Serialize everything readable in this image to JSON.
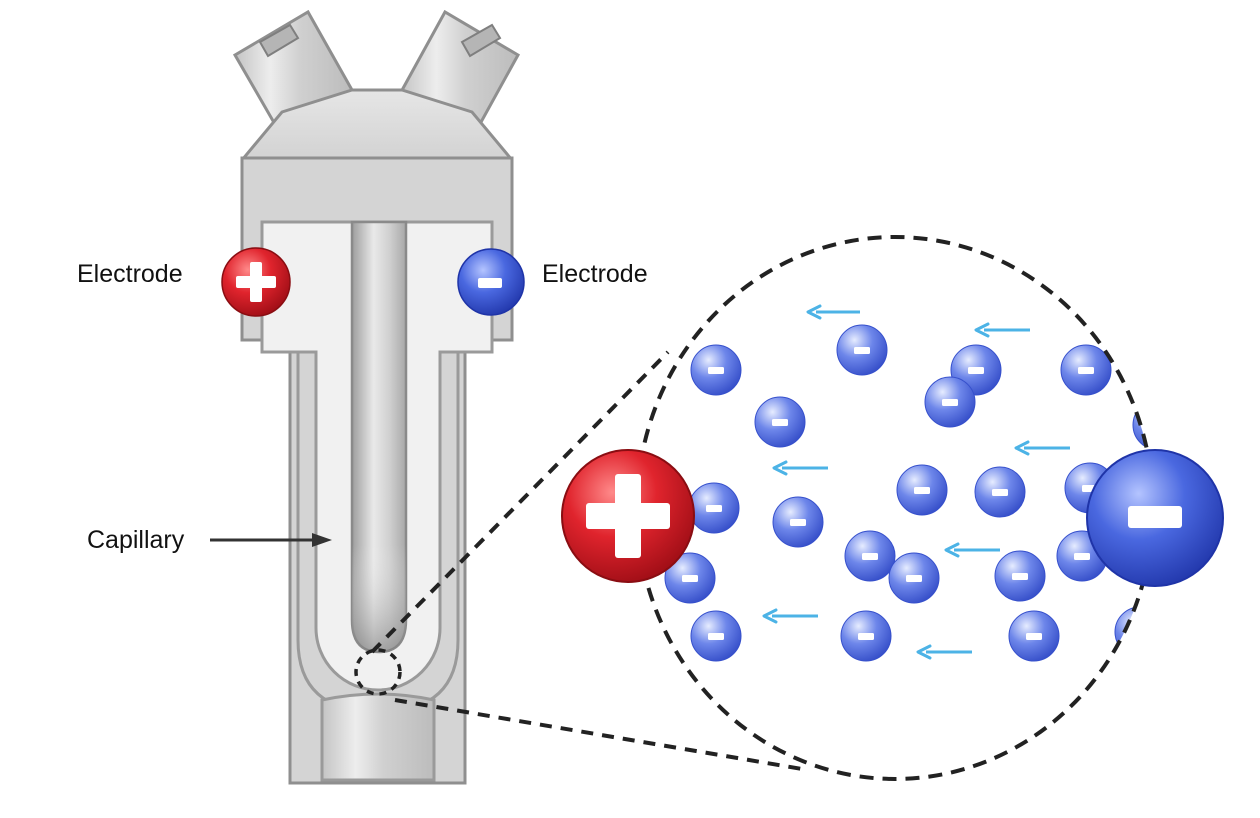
{
  "labels": {
    "electrode_left": "Electrode",
    "electrode_right": "Electrode",
    "capillary": "Capillary"
  },
  "colors": {
    "anode": "#e0242d",
    "cathode": "#3a59d6",
    "ion": "#4a68e0",
    "arrow": "#4cb3e6",
    "device_outline": "#8f8f8f",
    "device_fill": "#d9d9d9",
    "dashed": "#222222"
  },
  "icons": {
    "positive_electrode": "plus-sign-sphere",
    "negative_electrode": "minus-sign-sphere",
    "negative_ion": "minus-sign-sphere",
    "migration_direction": "left-arrow"
  }
}
